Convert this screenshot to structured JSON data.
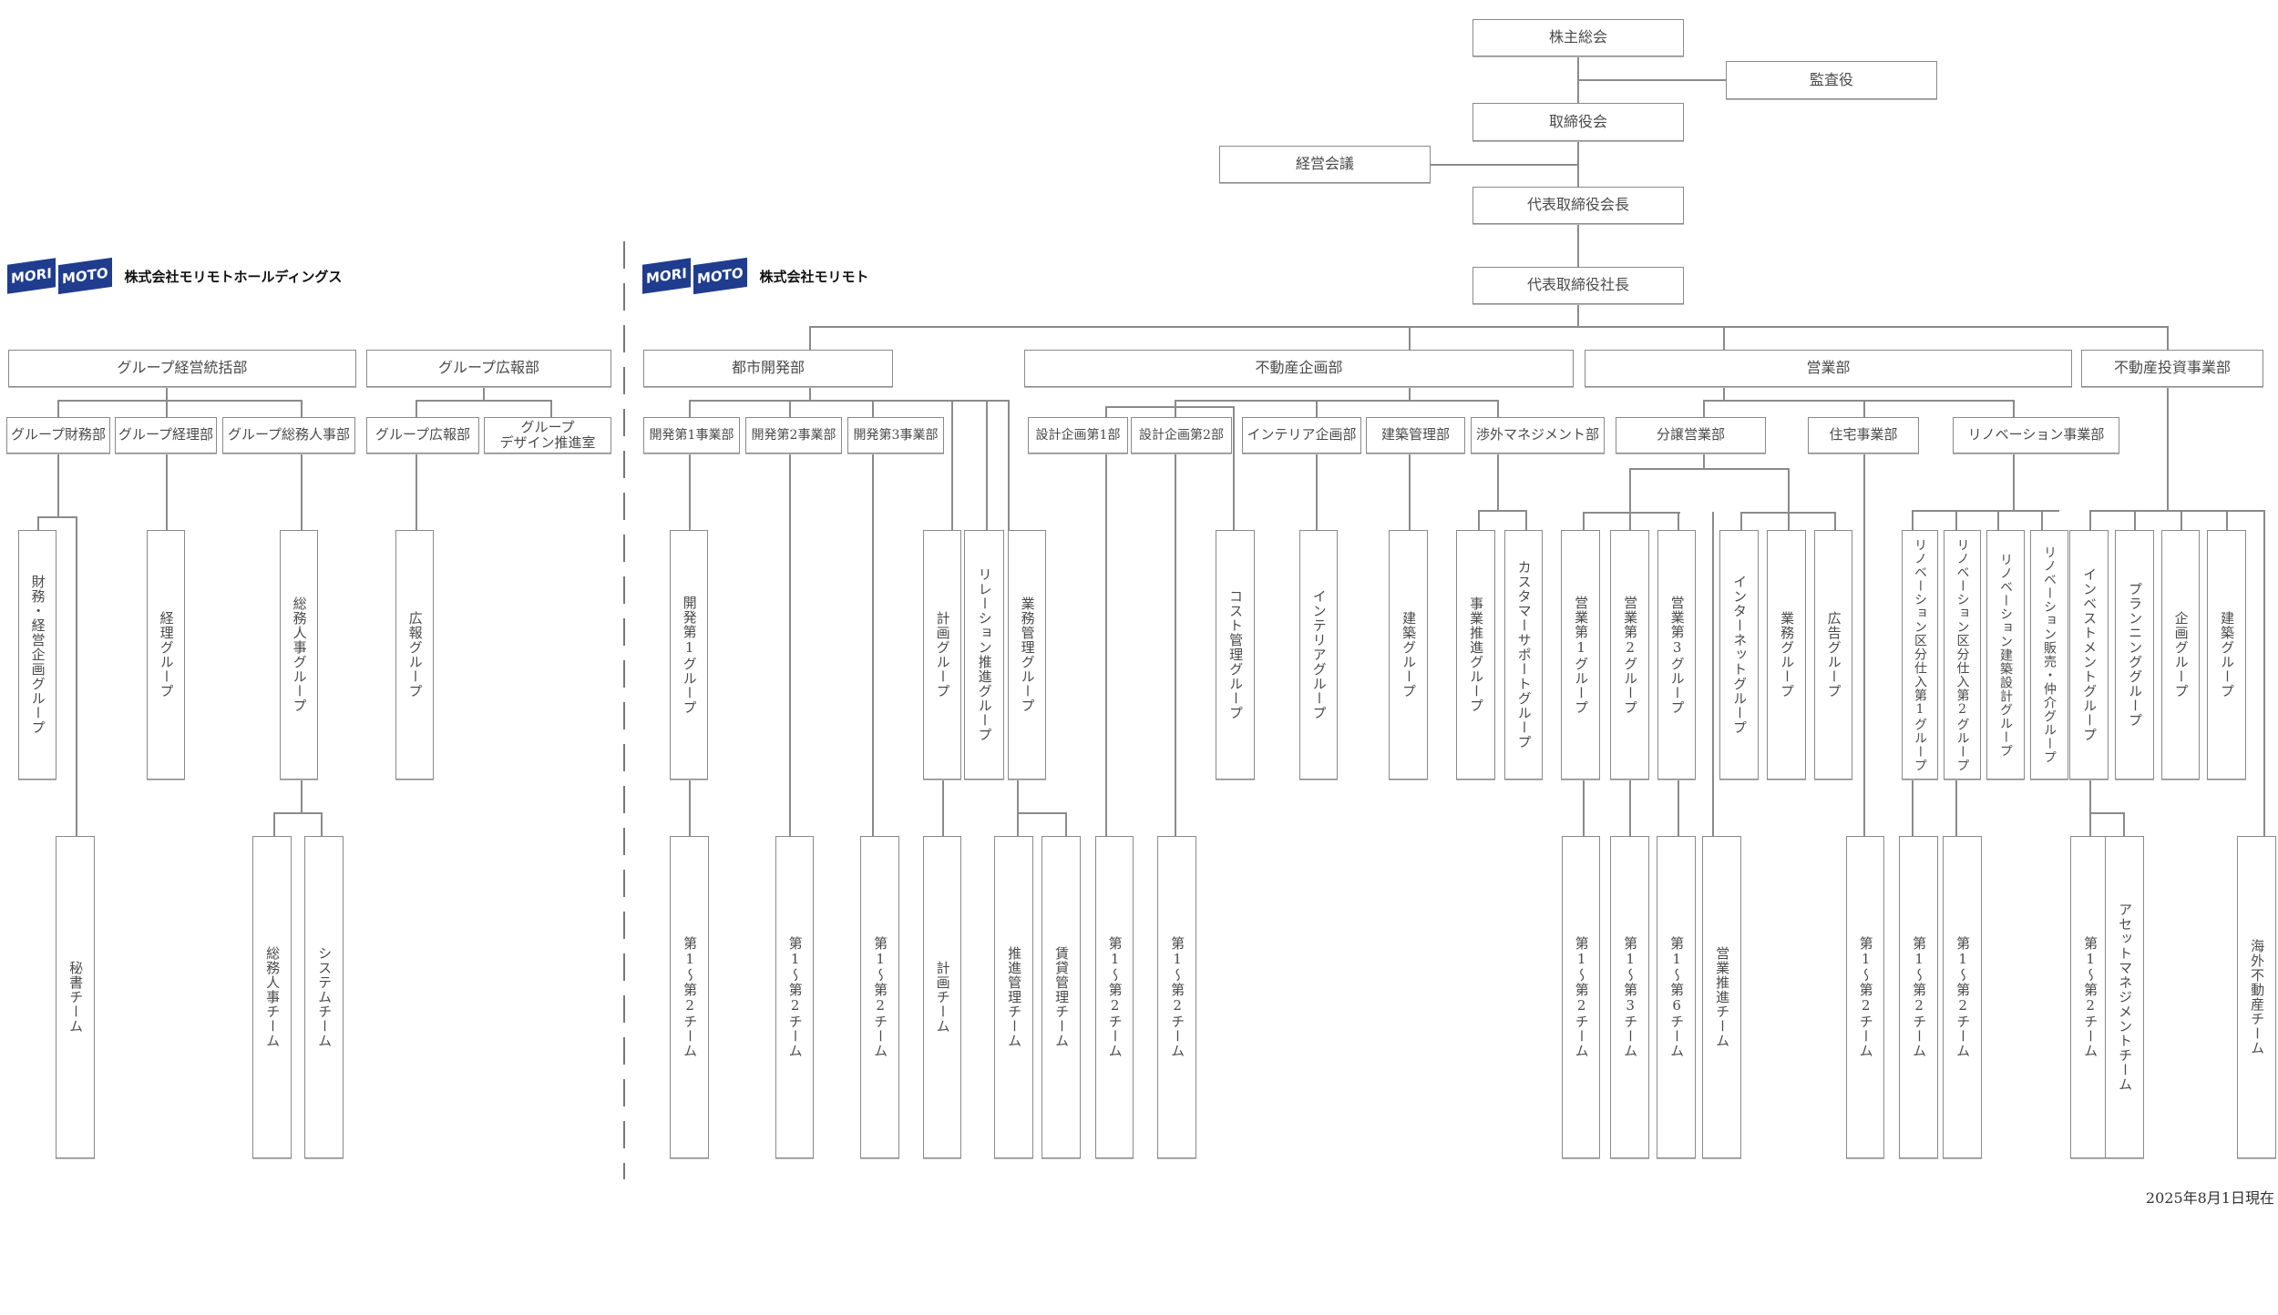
{
  "logos": {
    "holdings": {
      "mark": [
        "MORI",
        "MOTO"
      ],
      "company": "株式会社モリモトホールディングス"
    },
    "morimoto": {
      "mark": [
        "MORI",
        "MOTO"
      ],
      "company": "株式会社モリモト"
    }
  },
  "top": {
    "shareholders": "株主総会",
    "auditor": "監査役",
    "board": "取締役会",
    "mgmt_meeting": "経営会議",
    "chairman": "代表取締役会長",
    "president": "代表取締役社長"
  },
  "holdings": {
    "depts": {
      "group_mgmt": "グループ経営統括部",
      "group_pr": "グループ広報部"
    },
    "subdepts": {
      "finance": "グループ財務部",
      "accounting": "グループ経理部",
      "ga_hr": "グループ総務人事部",
      "pr": "グループ広報部",
      "design_line1": "グループ",
      "design_line2": "デザイン推進室"
    },
    "groups": {
      "finance_planning": "財務・経営企画グループ",
      "accounting": "経理グループ",
      "ga_hr": "総務人事グループ",
      "pr": "広報グループ"
    },
    "teams": {
      "secretary": "秘書チーム",
      "ga_hr": "総務人事チーム",
      "system": "システムチーム"
    }
  },
  "morimoto": {
    "depts": {
      "urban": "都市開発部",
      "planning": "不動産企画部",
      "sales": "営業部",
      "investment": "不動産投資事業部"
    },
    "subdepts": {
      "dev1": "開発第1事業部",
      "dev2": "開発第2事業部",
      "dev3": "開発第3事業部",
      "design1": "設計企画第1部",
      "design2": "設計企画第2部",
      "interior": "インテリア企画部",
      "construction_mgmt": "建築管理部",
      "external": "渉外マネジメント部",
      "condo_sales": "分譲営業部",
      "housing": "住宅事業部",
      "renovation": "リノベーション事業部"
    },
    "groups": {
      "dev1": "開発第1グループ",
      "plan": "計画グループ",
      "relation": "リレーション推進グループ",
      "ops": "業務管理グループ",
      "cost": "コスト管理グループ",
      "interior": "インテリアグループ",
      "construction": "建築グループ",
      "biz_promo": "事業推進グループ",
      "customer": "カスタマーサポートグループ",
      "sales1": "営業第1グループ",
      "sales2": "営業第2グループ",
      "sales3": "営業第3グループ",
      "internet": "インターネットグループ",
      "business": "業務グループ",
      "ad": "広告グループ",
      "reno1": "リノベーション区分仕入第1グループ",
      "reno2": "リノベーション区分仕入第2グループ",
      "reno_design": "リノベーション建築設計グループ",
      "reno_sales": "リノベーション販売・仲介グループ",
      "invest": "インベストメントグループ",
      "planning": "プランニンググループ",
      "kikaku": "企画グループ",
      "inv_construction": "建築グループ"
    },
    "teams": {
      "dev1": "第1～第2チーム",
      "dev2": "第1～第2チーム",
      "dev3": "第1～第2チーム",
      "plan": "計画チーム",
      "promo_mgmt": "推進管理チーム",
      "lease_mgmt": "賃貸管理チーム",
      "design1": "第1～第2チーム",
      "design2": "第1～第2チーム",
      "sales1": "第1～第2チーム",
      "sales2": "第1～第3チーム",
      "sales3": "第1～第6チーム",
      "sales_promo": "営業推進チーム",
      "housing": "第1～第2チーム",
      "reno1": "第1～第2チーム",
      "reno2": "第1～第2チーム",
      "invest": "第1～第2チーム",
      "asset_mgmt": "アセットマネジメントチーム",
      "overseas": "海外不動産チーム"
    }
  },
  "footer": {
    "as_of": "2025年8月1日現在"
  },
  "colors": {
    "line": "#8a8a8a",
    "logo_blue": "#1f3c8f"
  }
}
